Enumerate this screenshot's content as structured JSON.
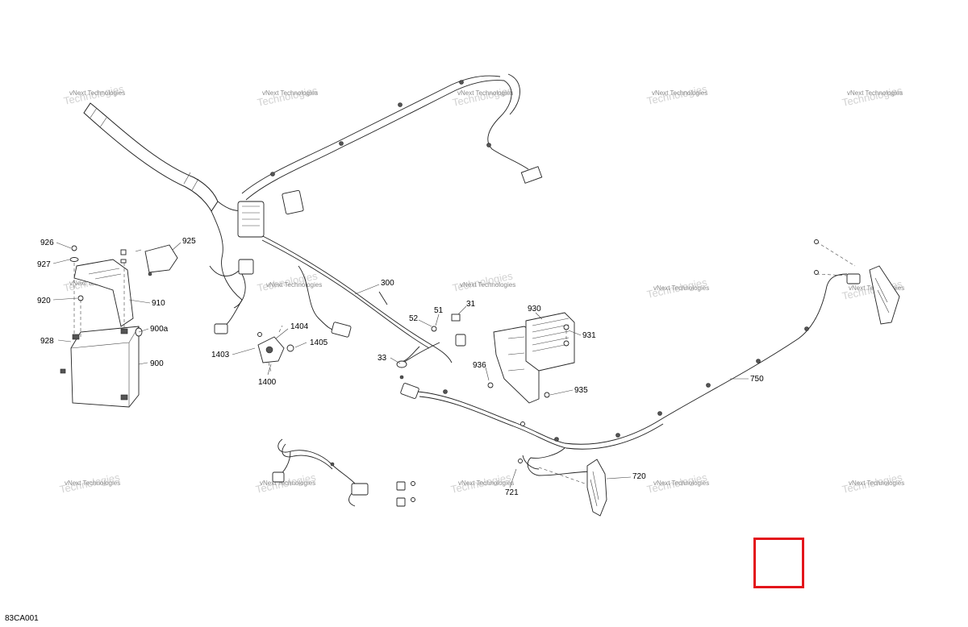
{
  "diagram": {
    "code": "83CA001",
    "watermark_line1": "vNext Technologies",
    "watermark_line2": "Technologies",
    "callouts": {
      "p926": "926",
      "p927": "927",
      "p920": "920",
      "p928": "928",
      "p925": "925",
      "p910": "910",
      "p900a": "900a",
      "p900": "900",
      "p300": "300",
      "p52": "52",
      "p51": "51",
      "p31": "31",
      "p33": "33",
      "p1404": "1404",
      "p1403": "1403",
      "p1405": "1405",
      "p1400": "1400",
      "p930": "930",
      "p931": "931",
      "p936": "936",
      "p935": "935",
      "p750": "750",
      "p720": "720",
      "p721": "721"
    },
    "highlight_color": "#e3151b"
  }
}
